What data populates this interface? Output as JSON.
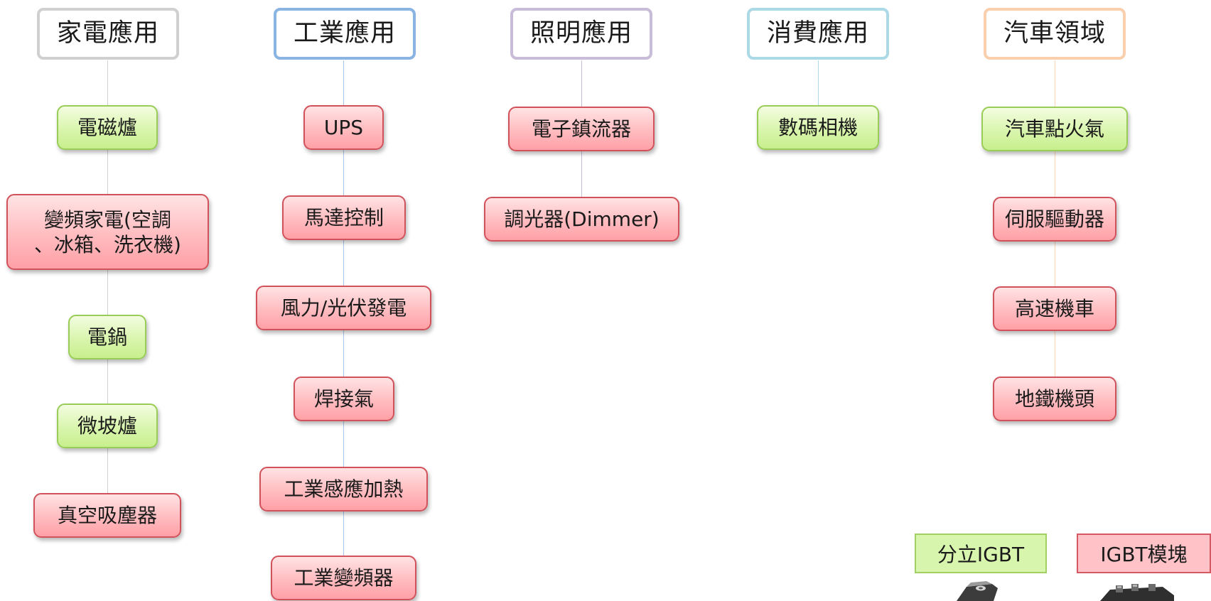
{
  "colors": {
    "household": "#d0d0d0",
    "industrial": "#8ab4e2",
    "lighting": "#c8bcd9",
    "consumer": "#acd9e6",
    "automotive": "#f9cfae",
    "green_node": "#d9f5ad",
    "red_node": "#ffbcc0"
  },
  "columns": [
    {
      "header": "家電應用",
      "items": [
        {
          "label": "電磁爐",
          "style": "green"
        },
        {
          "label": "變頻家電(空調\n、冰箱、洗衣機)",
          "style": "red"
        },
        {
          "label": "電鍋",
          "style": "green"
        },
        {
          "label": "微坡爐",
          "style": "green"
        },
        {
          "label": "真空吸塵器",
          "style": "red"
        }
      ]
    },
    {
      "header": "工業應用",
      "items": [
        {
          "label": "UPS",
          "style": "red"
        },
        {
          "label": "馬達控制",
          "style": "red"
        },
        {
          "label": "風力/光伏發電",
          "style": "red"
        },
        {
          "label": "焊接氣",
          "style": "red"
        },
        {
          "label": "工業感應加熱",
          "style": "red"
        },
        {
          "label": "工業變頻器",
          "style": "red"
        }
      ]
    },
    {
      "header": "照明應用",
      "items": [
        {
          "label": "電子鎮流器",
          "style": "red"
        },
        {
          "label": "調光器(Dimmer)",
          "style": "red"
        }
      ]
    },
    {
      "header": "消費應用",
      "items": [
        {
          "label": "數碼相機",
          "style": "green"
        }
      ]
    },
    {
      "header": "汽車領域",
      "items": [
        {
          "label": "汽車點火氣",
          "style": "green"
        },
        {
          "label": "伺服驅動器",
          "style": "red"
        },
        {
          "label": "高速機車",
          "style": "red"
        },
        {
          "label": "地鐵機頭",
          "style": "red"
        }
      ]
    }
  ],
  "legend": {
    "discrete_label": "分立IGBT",
    "module_label": "IGBT模塊"
  }
}
